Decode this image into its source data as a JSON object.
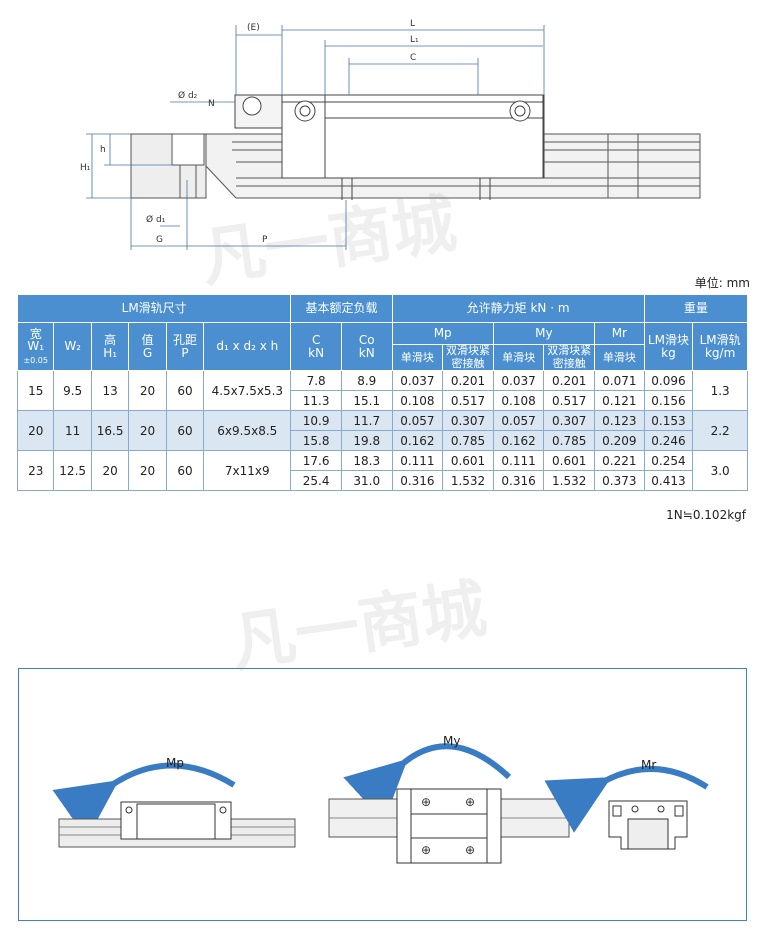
{
  "drawing": {
    "labels": {
      "e": "(E)",
      "l": "L",
      "l1": "L₁",
      "c": "C",
      "phi_d2": "Ø d₂",
      "n": "N",
      "h1": "H₁",
      "h": "h",
      "phi_d1": "Ø d₁",
      "g": "G",
      "p": "P"
    }
  },
  "watermark_text": "凡一商城",
  "unit_label": "单位: mm",
  "table": {
    "group_headers": {
      "lm_rail": "LM滑轨尺寸",
      "basic_load": "基本额定负载",
      "moment": "允许静力矩 kN · m",
      "weight": "重量"
    },
    "col_headers": {
      "w1": "宽",
      "w1_sym": "W₁",
      "w1_tol": "±0.05",
      "w2": "W₂",
      "h1": "高",
      "h1_sym": "H₁",
      "g": "值",
      "g_sym": "G",
      "p": "孔距",
      "p_sym": "P",
      "d": "d₁ x d₂ x h",
      "c": "C",
      "c_unit": "kN",
      "co": "Co",
      "co_unit": "kN",
      "mp": "Mp",
      "my": "My",
      "mr": "Mr",
      "lm_block": "LM滑块",
      "lm_block_unit": "kg",
      "lm_rail_w": "LM滑轨",
      "lm_rail_unit": "kg/m"
    },
    "sub_headers": {
      "single": "单滑块",
      "double_line1": "双滑块紧",
      "double_line2": "密接触"
    },
    "groups": [
      {
        "w1": "15",
        "w2": "9.5",
        "h1": "13",
        "g": "20",
        "p": "60",
        "d": "4.5x7.5x5.3",
        "rail": "1.3",
        "rows": [
          {
            "c": "7.8",
            "co": "8.9",
            "mp1": "0.037",
            "mp2": "0.201",
            "my1": "0.037",
            "my2": "0.201",
            "mr": "0.071",
            "block": "0.096"
          },
          {
            "c": "11.3",
            "co": "15.1",
            "mp1": "0.108",
            "mp2": "0.517",
            "my1": "0.108",
            "my2": "0.517",
            "mr": "0.121",
            "block": "0.156"
          }
        ]
      },
      {
        "w1": "20",
        "w2": "11",
        "h1": "16.5",
        "g": "20",
        "p": "60",
        "d": "6x9.5x8.5",
        "rail": "2.2",
        "rows": [
          {
            "c": "10.9",
            "co": "11.7",
            "mp1": "0.057",
            "mp2": "0.307",
            "my1": "0.057",
            "my2": "0.307",
            "mr": "0.123",
            "block": "0.153"
          },
          {
            "c": "15.8",
            "co": "19.8",
            "mp1": "0.162",
            "mp2": "0.785",
            "my1": "0.162",
            "my2": "0.785",
            "mr": "0.209",
            "block": "0.246"
          }
        ]
      },
      {
        "w1": "23",
        "w2": "12.5",
        "h1": "20",
        "g": "20",
        "p": "60",
        "d": "7x11x9",
        "rail": "3.0",
        "rows": [
          {
            "c": "17.6",
            "co": "18.3",
            "mp1": "0.111",
            "mp2": "0.601",
            "my1": "0.111",
            "my2": "0.601",
            "mr": "0.221",
            "block": "0.254"
          },
          {
            "c": "25.4",
            "co": "31.0",
            "mp1": "0.316",
            "mp2": "1.532",
            "my1": "0.316",
            "my2": "1.532",
            "mr": "0.373",
            "block": "0.413"
          }
        ]
      }
    ]
  },
  "conversion_note": "1N≒0.102kgf",
  "moments": {
    "mp": "Mp",
    "my": "My",
    "mr": "Mr"
  },
  "colors": {
    "header_blue": "#4b8fd0",
    "band_blue": "#dbe6f3",
    "arrow_blue": "#3a7cc4"
  }
}
